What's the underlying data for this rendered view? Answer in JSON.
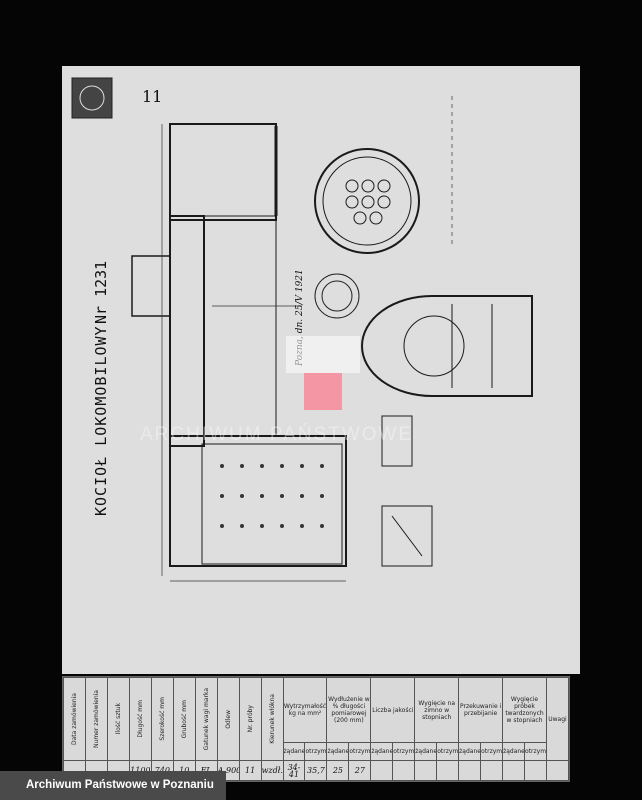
{
  "sheet": {
    "title": "KOCIOŁ LOKOMOBILOWY",
    "number_label": "Nr 1231",
    "corner_mark": "11",
    "stamp_text": "Pozna, dn. 25/V 1921"
  },
  "form_table": {
    "headers": [
      "Data zamówienia",
      "Numer zamówienia",
      "Ilość sztuk",
      "Długość mm",
      "Szerokość mm",
      "Grubość mm",
      "Gatunek wagi marka",
      "Odlew",
      "Nr. próby",
      "Kierunek włókna",
      "Wytrzymałość kg na mm²",
      "Wydłużenie w % długości pomiarowej (200 mm)",
      "Liczba jakości",
      "Wygięcie na zimno w stopniach",
      "Przekuwanie i przebijanie",
      "Wygięcie próbek twardzonych w stopniach",
      "Uwagi"
    ],
    "subheaders": [
      "żądane",
      "otrzymane",
      "żądane",
      "otrzymane",
      "żądane",
      "otrzymane",
      "żądane",
      "otrzymane",
      "żądane",
      "otrzymane",
      "żądane",
      "otrzymane"
    ],
    "row": [
      "",
      "",
      "",
      "1100",
      "740",
      "10",
      "FL",
      "A.900",
      "11",
      "wzdł.",
      "34-41",
      "35,7",
      "25",
      "27",
      "",
      "",
      "",
      "",
      "",
      "",
      "",
      "",
      ""
    ]
  },
  "watermark": "ARCHIWUM PAŃSTWOWE",
  "caption": "Archiwum Państwowe w Poznaniu"
}
